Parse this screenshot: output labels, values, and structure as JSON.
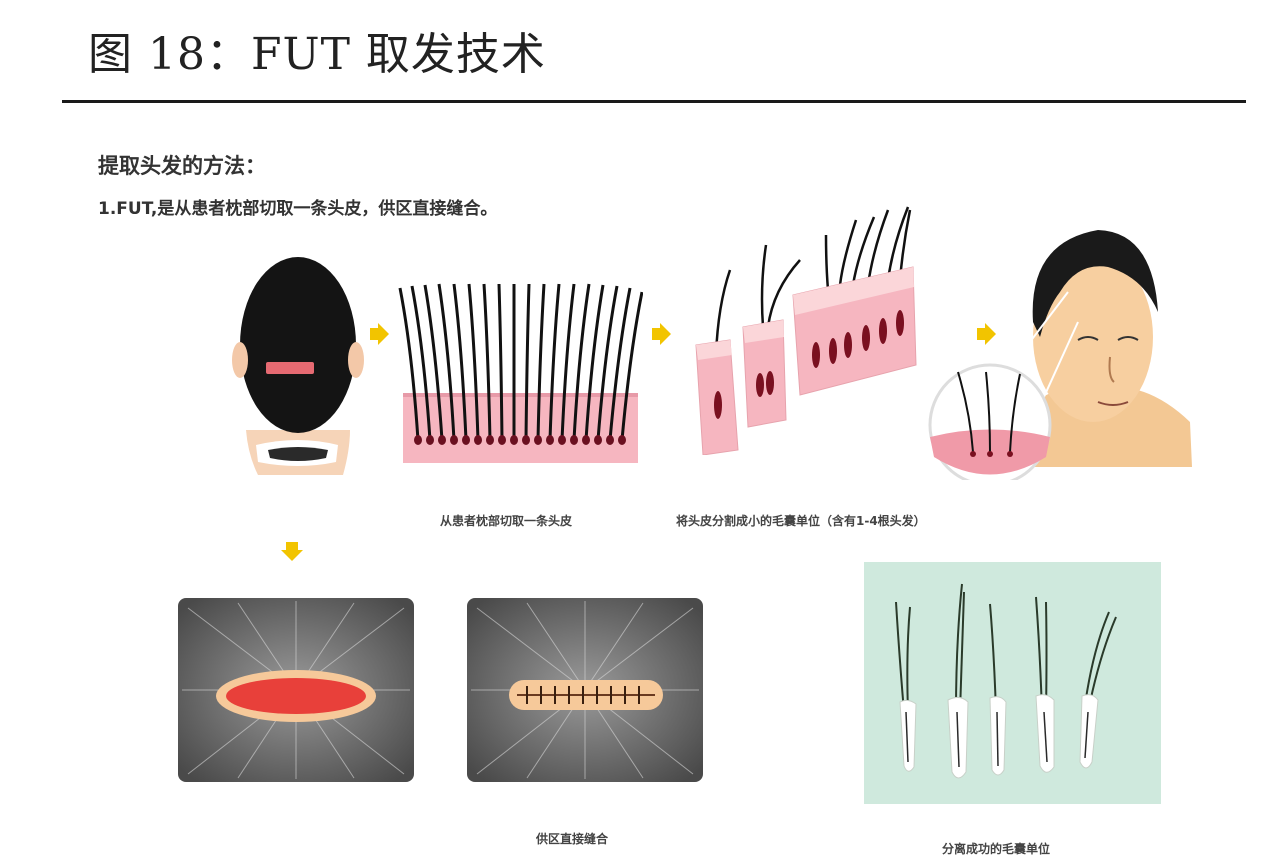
{
  "title": "图 18：FUT 取发技术",
  "heading": "提取头发的方法：",
  "step1": "1.FUT,是从患者枕部切取一条头皮，供区直接缝合。",
  "captions": {
    "cut_strip": "从患者枕部切取一条头皮",
    "divide_units": "将头皮分割成小的毛囊单位（含有1-4根头发）",
    "donor_suture": "供区直接缝合",
    "separated_units": "分离成功的毛囊单位"
  },
  "colors": {
    "arrow": "#f2c400",
    "skin_pink": "#f2a7b2",
    "wound_red": "#e8403a",
    "scalp_tan": "#f6c99a",
    "panel_green": "#cfe9dd"
  }
}
